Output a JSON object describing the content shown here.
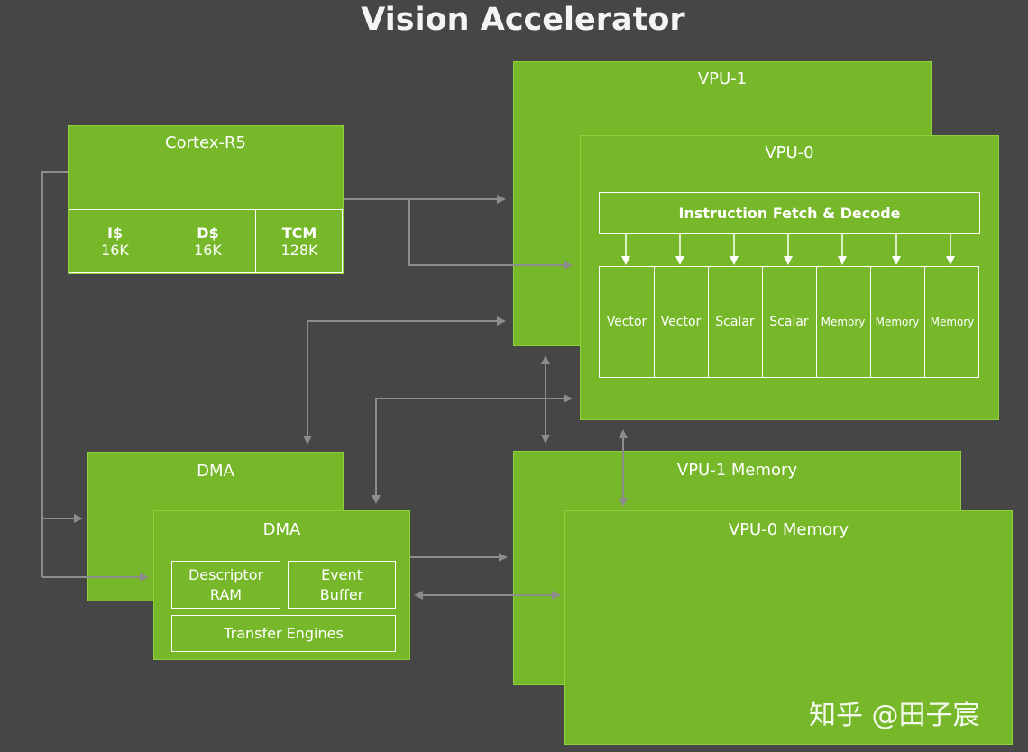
{
  "title": "Vision Accelerator",
  "cortex": {
    "label": "Cortex-R5",
    "caches": [
      {
        "name": "I$",
        "size": "16K"
      },
      {
        "name": "D$",
        "size": "16K"
      },
      {
        "name": "TCM",
        "size": "128K"
      }
    ]
  },
  "dma_back": {
    "label": "DMA"
  },
  "dma_front": {
    "label": "DMA",
    "descriptor": "Descriptor RAM",
    "event": "Event Buffer",
    "transfer": "Transfer Engines"
  },
  "vpu1": {
    "label": "VPU-1"
  },
  "vpu0": {
    "label": "VPU-0",
    "fetch": "Instruction Fetch & Decode",
    "units": [
      "Vector",
      "Vector",
      "Scalar",
      "Scalar",
      "Memory",
      "Memory",
      "Memory"
    ]
  },
  "vpu1_memory": {
    "label": "VPU-1 Memory"
  },
  "vpu0_memory": {
    "label": "VPU-0 Memory"
  },
  "watermark": "知乎 @田子宸",
  "colors": {
    "background": "#464646",
    "block": "#76b82a",
    "wire": "#8c8c8c"
  }
}
